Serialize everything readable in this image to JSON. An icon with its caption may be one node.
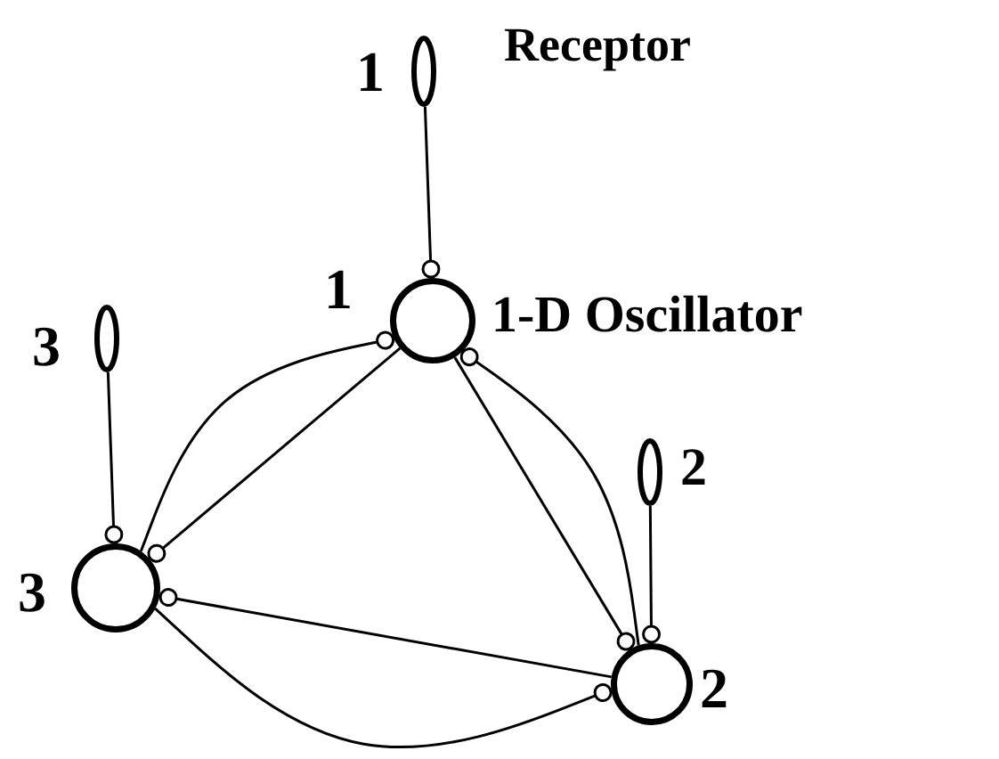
{
  "diagram": {
    "nodes": [
      {
        "text": [],
        "shape": "ellipse",
        "beside": [
          "1",
          "Receptor"
        ]
      },
      {
        "text": [],
        "shape": "circle",
        "beside": [
          "1",
          "1-D Oscillator"
        ]
      },
      {
        "text": [],
        "shape": "ellipse",
        "beside": [
          "3"
        ]
      },
      {
        "text": [],
        "shape": "ellipse",
        "beside": [
          "2"
        ]
      },
      {
        "text": [],
        "shape": "circle",
        "beside": [
          "3"
        ]
      },
      {
        "text": [],
        "shape": "circle",
        "beside": [
          "2"
        ]
      }
    ],
    "edges": [
      {
        "from": 0,
        "to": 1,
        "arrow": "other"
      },
      {
        "from": 2,
        "to": 4,
        "arrow": "other"
      },
      {
        "from": 3,
        "to": 5,
        "arrow": "other"
      },
      {
        "from": 4,
        "to": 1,
        "arrow": "other"
      },
      {
        "from": 1,
        "to": 4,
        "arrow": "other"
      },
      {
        "from": 1,
        "to": 5,
        "arrow": "other"
      },
      {
        "from": 5,
        "to": 1,
        "arrow": "other"
      },
      {
        "from": 5,
        "to": 4,
        "arrow": "other"
      },
      {
        "from": 4,
        "to": 5,
        "arrow": "other"
      }
    ]
  }
}
